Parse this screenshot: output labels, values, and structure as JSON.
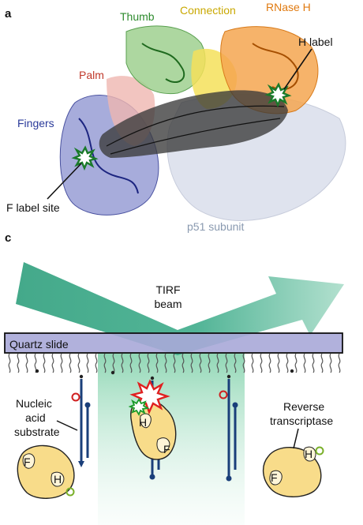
{
  "panel_a": {
    "letter": "a",
    "labels": {
      "thumb": "Thumb",
      "connection": "Connection",
      "rnase": "RNase H",
      "h_label": "H label",
      "palm": "Palm",
      "fingers": "Fingers",
      "f_label": "F label site",
      "p51": "p51 subunit"
    },
    "colors": {
      "thumb": "#2e8b2e",
      "connection": "#c9a800",
      "rnase": "#e07a10",
      "palm": "#c0392b",
      "fingers": "#2a3a9a",
      "p51": "#8a9ab0"
    }
  },
  "panel_c": {
    "letter": "c",
    "labels": {
      "beam_line1": "TIRF",
      "beam_line2": "beam",
      "slide": "Quartz slide",
      "nucleic_line1": "Nucleic",
      "nucleic_line2": "acid",
      "nucleic_line3": "substrate",
      "rt_line1": "Reverse",
      "rt_line2": "transcriptase",
      "enzyme_f": "F",
      "enzyme_h": "H"
    }
  }
}
